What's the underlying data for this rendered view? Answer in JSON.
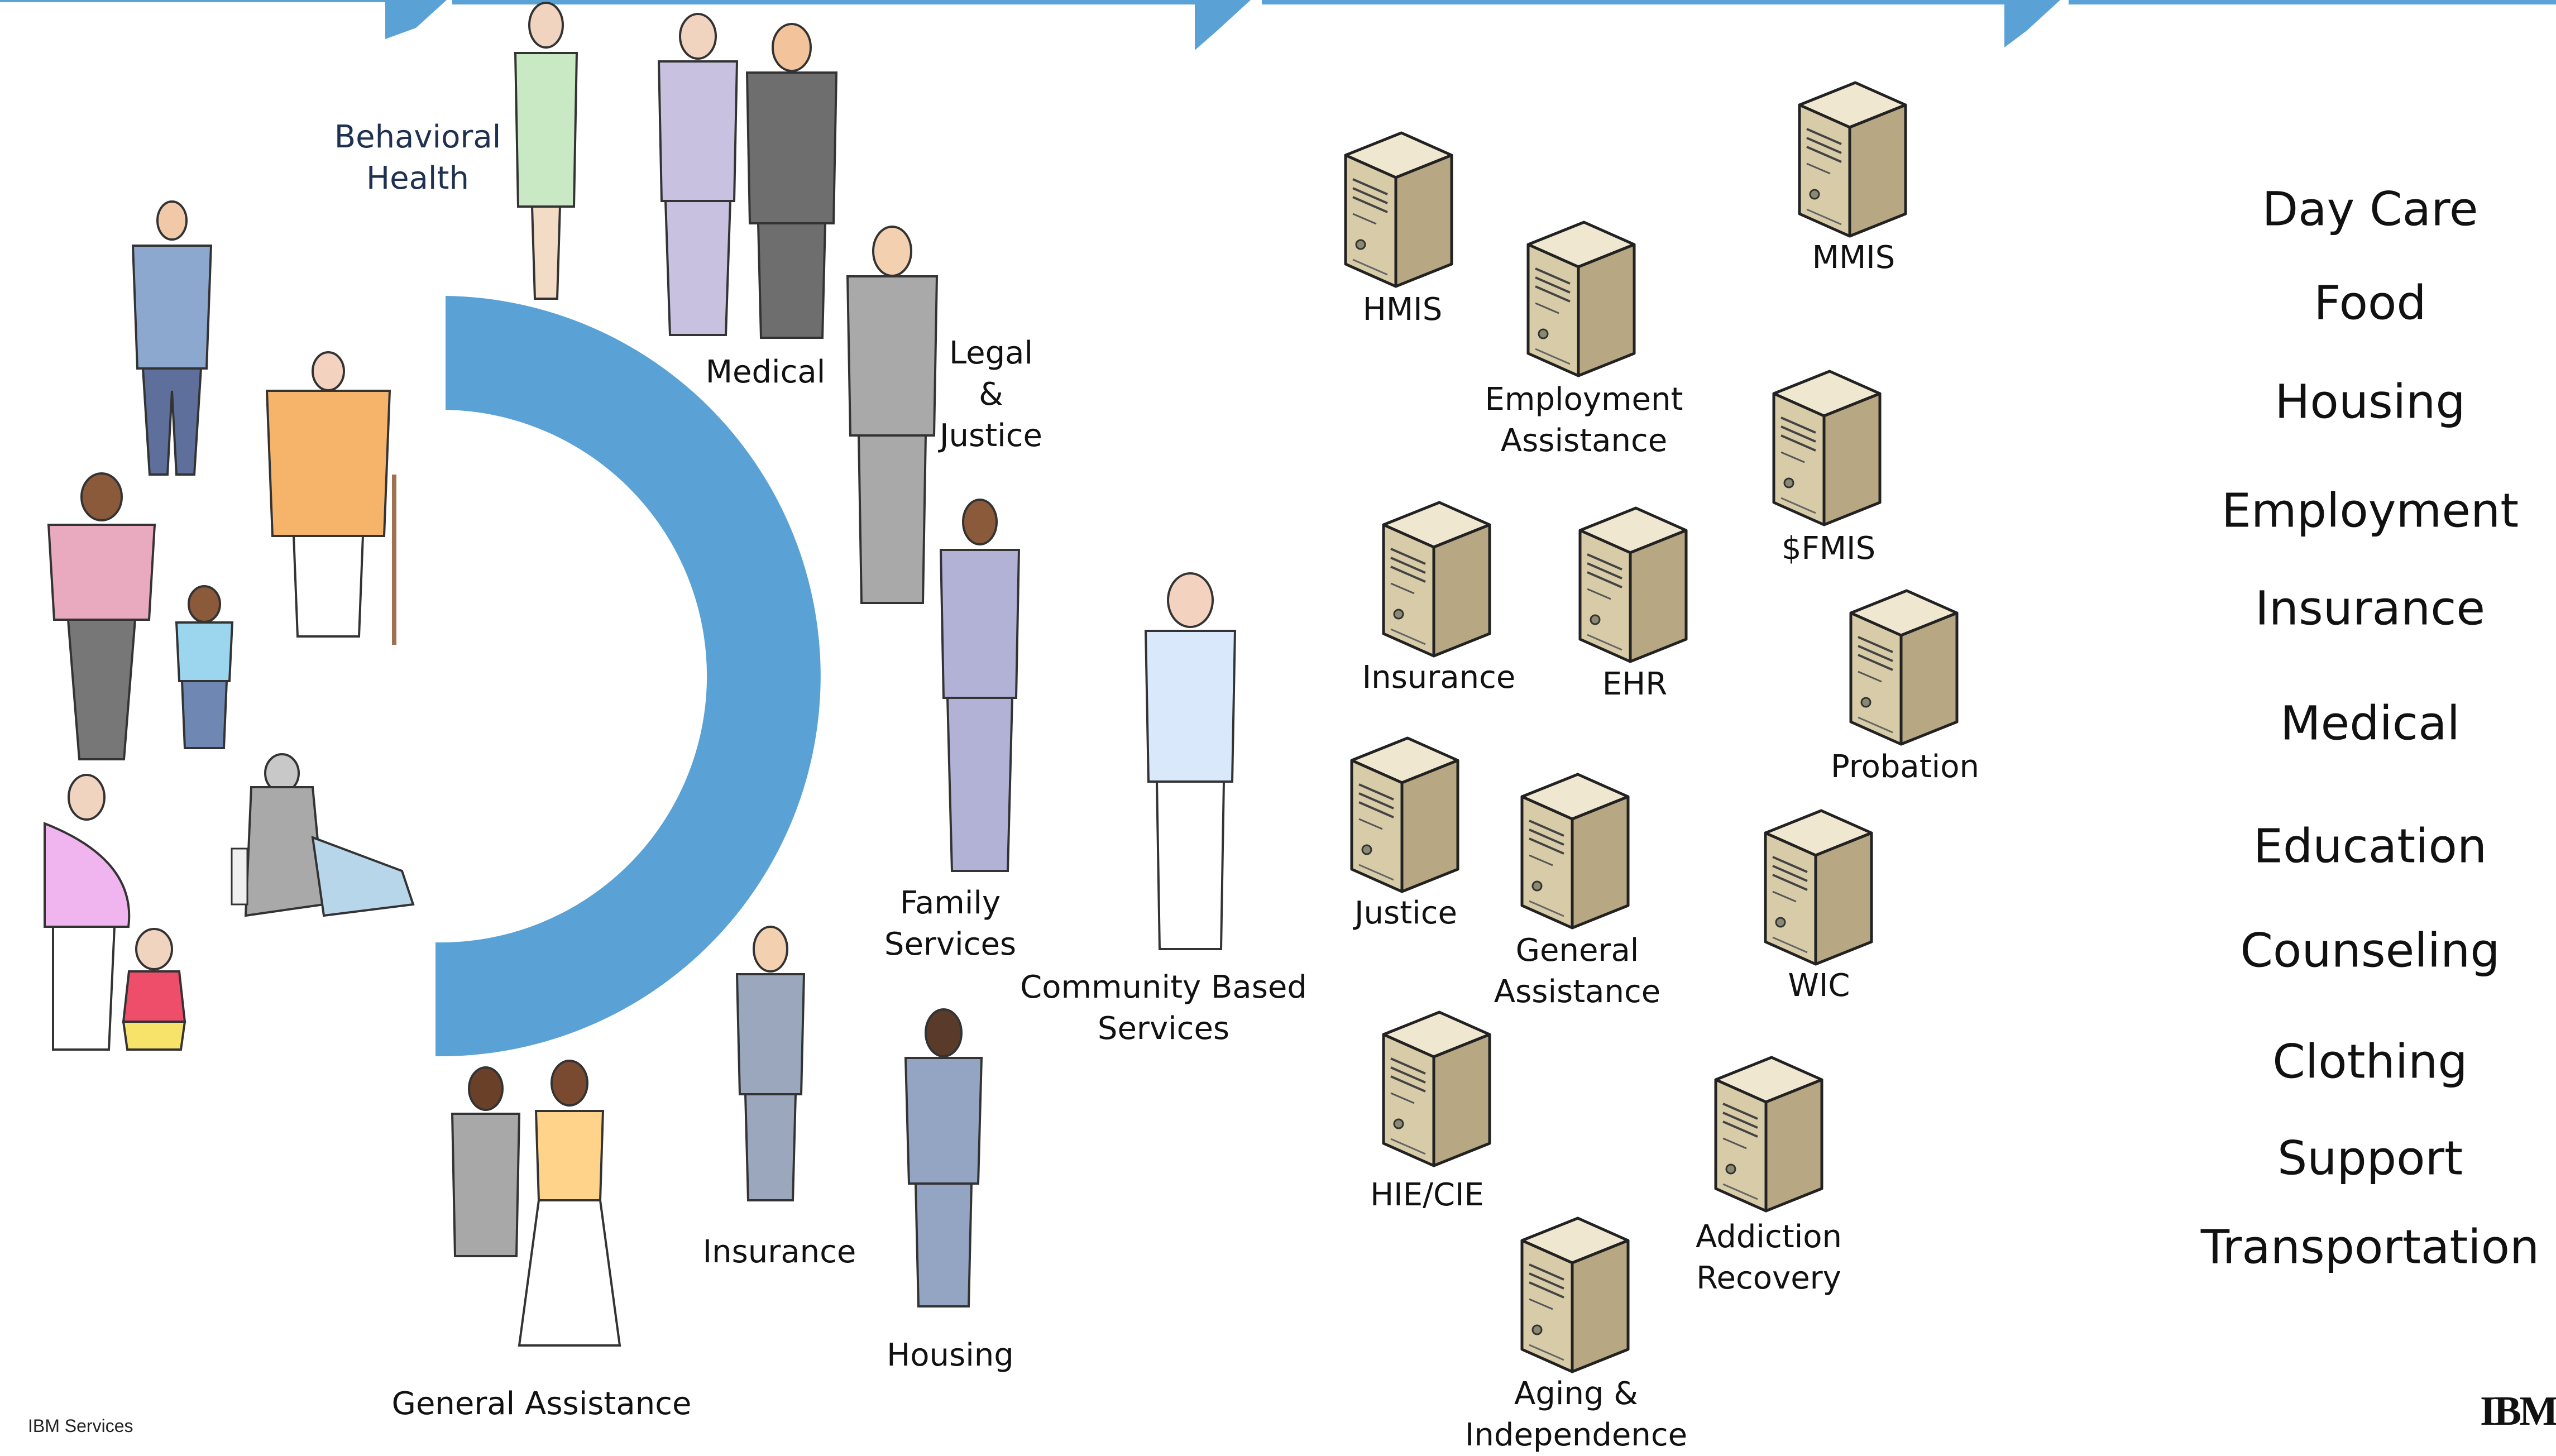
{
  "colors": {
    "accent_blue": "#5aa2d6",
    "server_front": "#d8cca8",
    "server_side": "#b7a883",
    "server_top": "#efe7d0"
  },
  "roles": {
    "behavioral_health": [
      "Behavioral",
      "Health"
    ],
    "medical": [
      "Medical"
    ],
    "legal_justice": [
      "Legal",
      "&",
      "Justice"
    ],
    "family_services": [
      "Family",
      "Services"
    ],
    "community_based": [
      "Community Based",
      "Services"
    ],
    "housing": [
      "Housing"
    ],
    "insurance": [
      "Insurance"
    ],
    "general_assistance": [
      "General Assistance"
    ]
  },
  "systems": {
    "hmis": [
      "HMIS"
    ],
    "employment_assistance": [
      "Employment",
      "Assistance"
    ],
    "mmis": [
      "MMIS"
    ],
    "fmis": [
      "$FMIS"
    ],
    "insurance": [
      "Insurance"
    ],
    "ehr": [
      "EHR"
    ],
    "probation": [
      "Probation"
    ],
    "justice": [
      "Justice"
    ],
    "general_assistance": [
      "General",
      "Assistance"
    ],
    "wic": [
      "WIC"
    ],
    "hie_cie": [
      "HIE/CIE"
    ],
    "addiction_recovery": [
      "Addiction",
      "Recovery"
    ],
    "aging_independence": [
      "Aging &",
      "Independence"
    ]
  },
  "services": [
    "Day Care",
    "Food",
    "Housing",
    "Employment",
    "Insurance",
    "Medical",
    "Education",
    "Counseling",
    "Clothing",
    "Support",
    "Transportation"
  ],
  "footer": {
    "brand": "IBM Services",
    "logo": "IBM"
  }
}
